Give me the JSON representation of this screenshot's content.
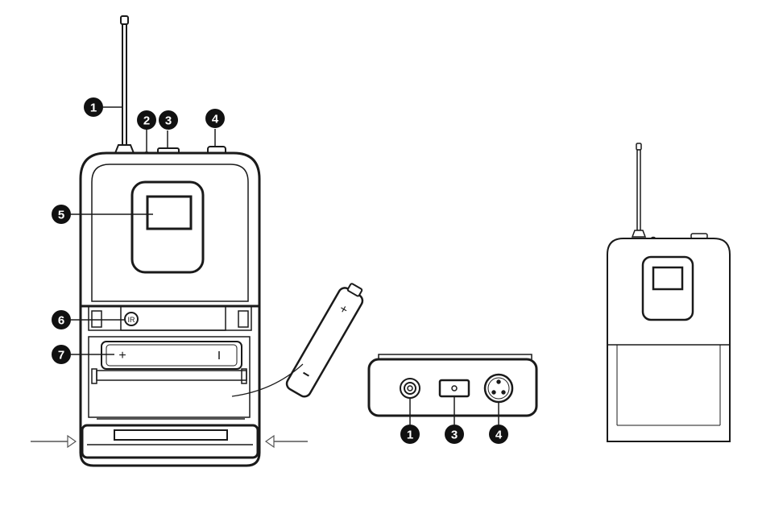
{
  "callouts": {
    "main_view": [
      "1",
      "2",
      "3",
      "4",
      "5",
      "6",
      "7"
    ],
    "bottom_view": [
      "1",
      "3",
      "4"
    ]
  },
  "battery_marks": {
    "plus": "+",
    "minus": "−"
  },
  "ir_label": "IR",
  "colors": {
    "outline": "#1a1a1a",
    "callout_fill": "#111111",
    "callout_text": "#ffffff",
    "background": "#ffffff",
    "arrow": "#555555"
  }
}
